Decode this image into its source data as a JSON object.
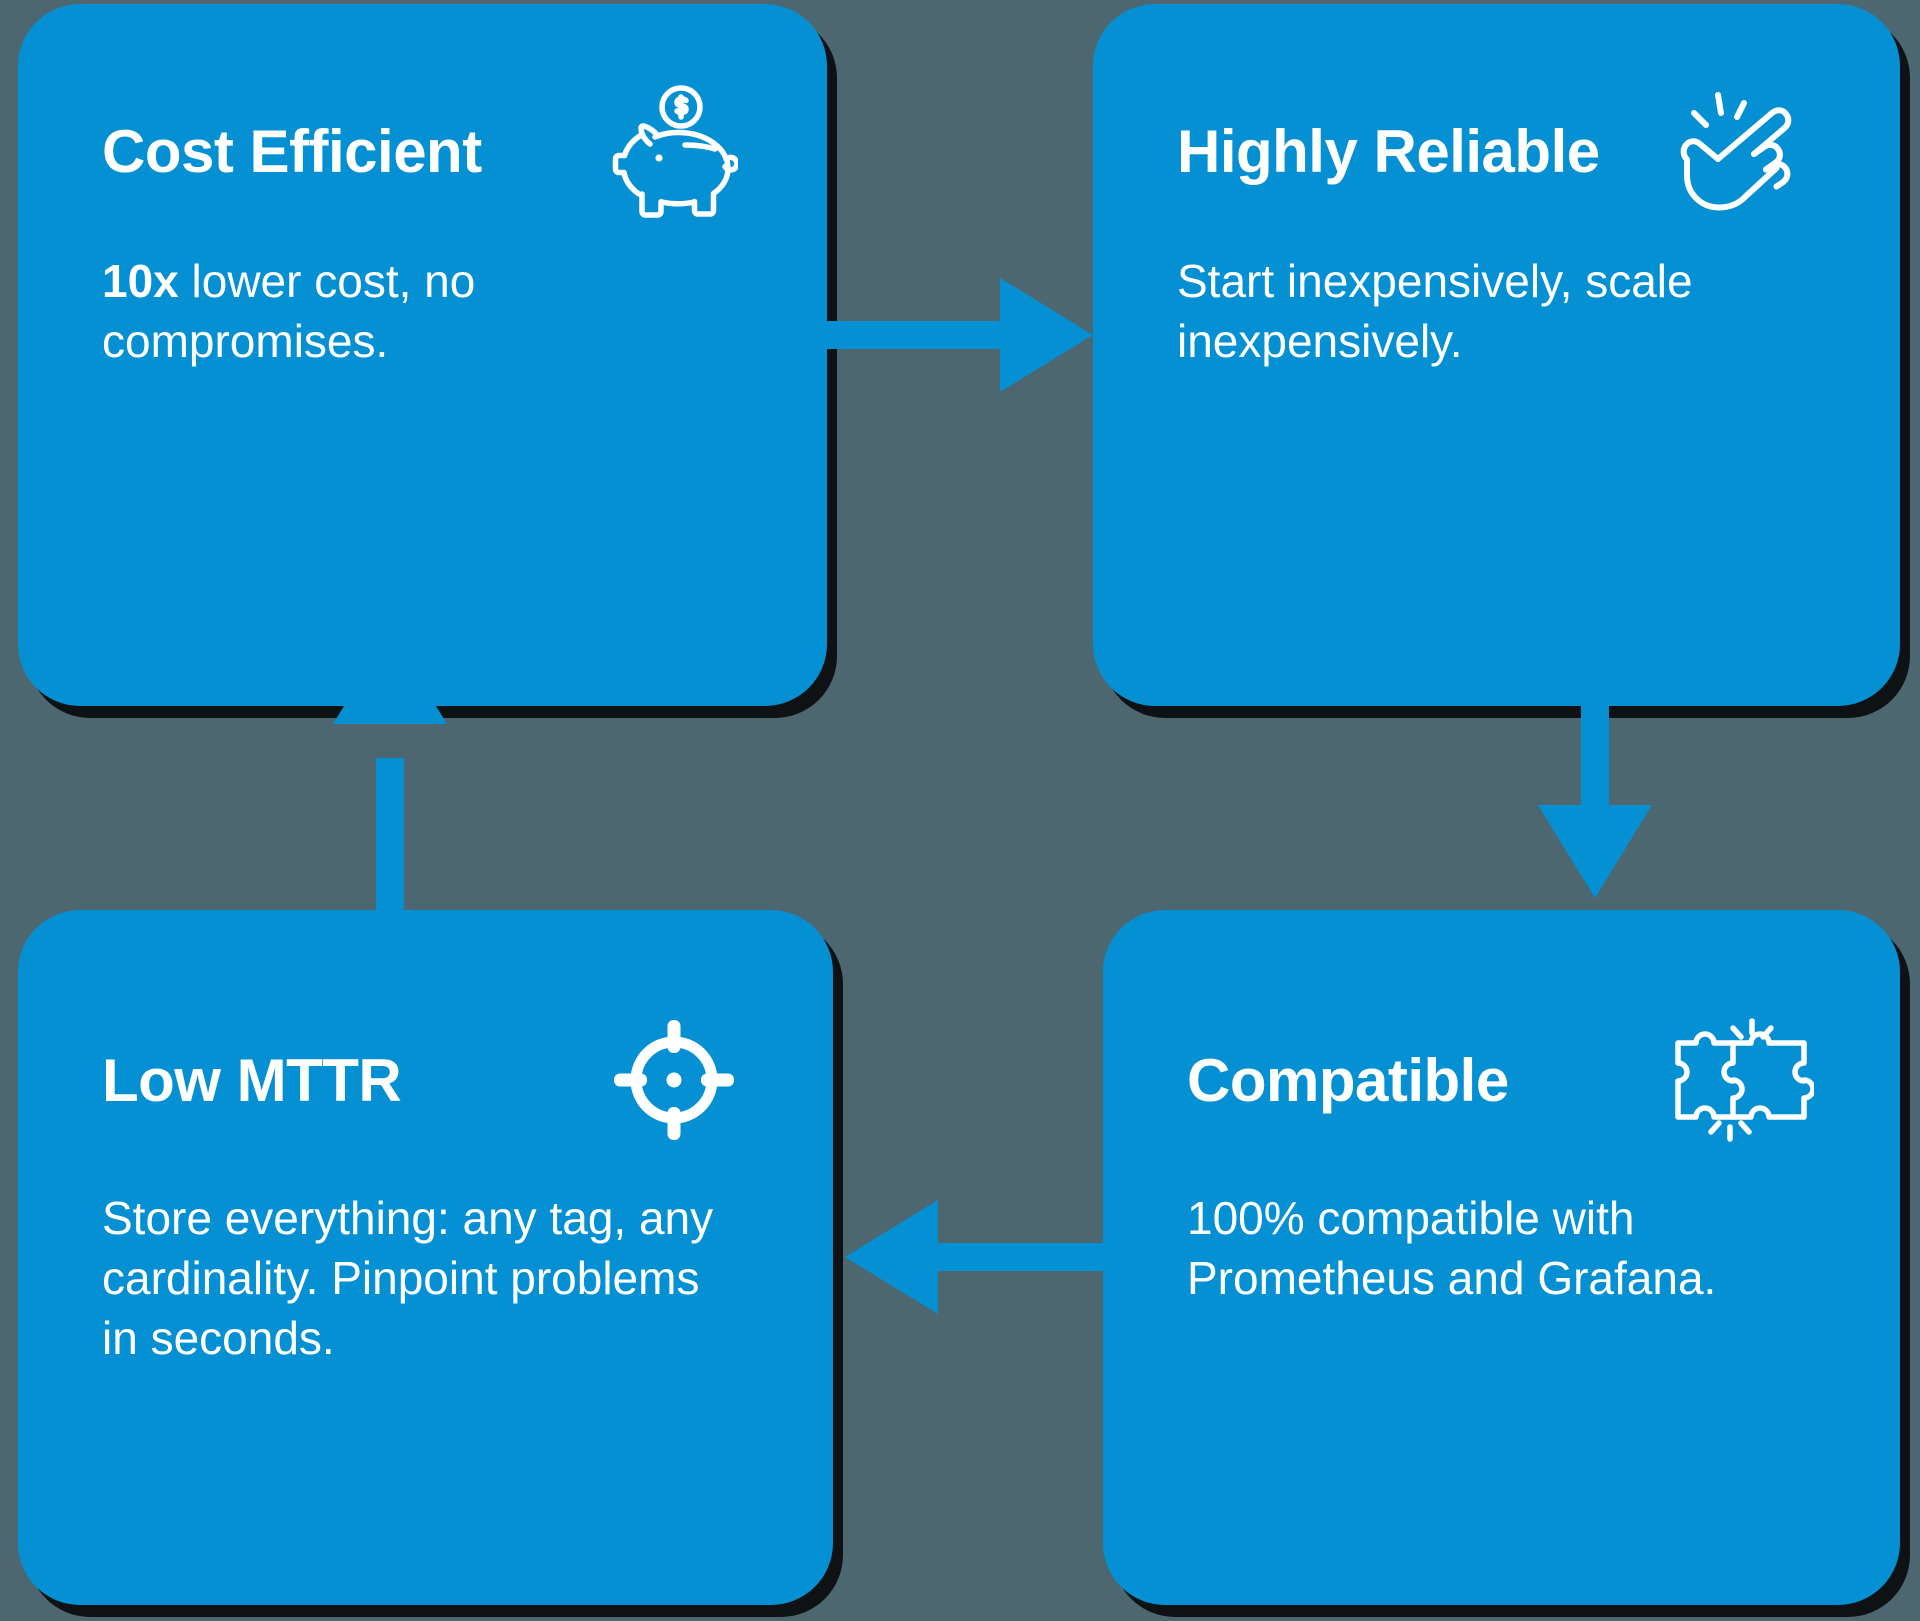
{
  "theme": {
    "background_color": "#4d6770",
    "card_color": "#0590d3",
    "text_color": "#ffffff",
    "arrow_color": "#0590d3",
    "shadow_color": "#000000"
  },
  "diagram": {
    "type": "cycle",
    "direction": "clockwise",
    "card_count": 4
  },
  "cards": [
    {
      "id": "cost-efficient",
      "title": "Cost Efficient",
      "icon": "piggy-bank-icon",
      "body_lead": "10x",
      "body_rest": " lower cost, no compromises.",
      "body_full": "10x lower cost, no compromises."
    },
    {
      "id": "highly-reliable",
      "title": "Highly Reliable",
      "icon": "finger-snap-icon",
      "body_lead": "",
      "body_rest": "Start inexpensively, scale inexpensively.",
      "body_full": "Start inexpensively, scale inexpensively."
    },
    {
      "id": "compatible",
      "title": "Compatible",
      "icon": "puzzle-pieces-icon",
      "body_lead": "",
      "body_rest": "100% compatible with Prometheus and Grafana.",
      "body_full": "100% compatible with Prometheus and Grafana."
    },
    {
      "id": "low-mttr",
      "title": "Low MTTR",
      "icon": "crosshair-target-icon",
      "body_lead": "",
      "body_rest": "Store everything: any tag, any cardinality. Pinpoint problems in seconds.",
      "body_full": "Store everything: any tag, any cardinality. Pinpoint problems in seconds."
    }
  ],
  "arrows": [
    {
      "id": "arrow-top",
      "from": "cost-efficient",
      "to": "highly-reliable",
      "direction": "right"
    },
    {
      "id": "arrow-right",
      "from": "highly-reliable",
      "to": "compatible",
      "direction": "down"
    },
    {
      "id": "arrow-bottom",
      "from": "compatible",
      "to": "low-mttr",
      "direction": "left"
    },
    {
      "id": "arrow-left",
      "from": "low-mttr",
      "to": "cost-efficient",
      "direction": "up"
    }
  ]
}
